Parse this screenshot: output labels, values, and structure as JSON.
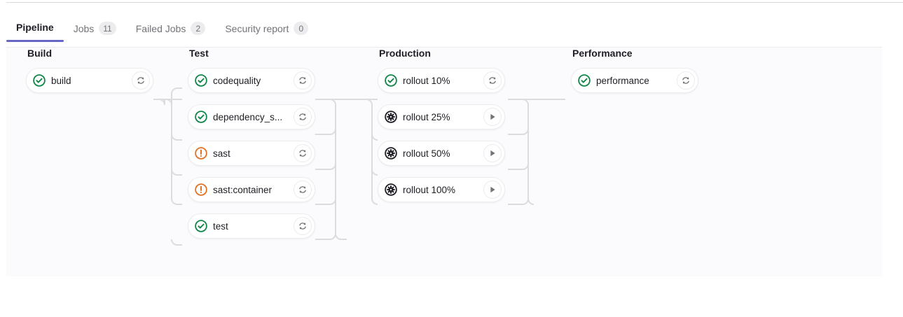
{
  "tabs": [
    {
      "label": "Pipeline",
      "badge": null,
      "active": true,
      "name": "tab-pipeline"
    },
    {
      "label": "Jobs",
      "badge": "11",
      "active": false,
      "name": "tab-jobs"
    },
    {
      "label": "Failed Jobs",
      "badge": "2",
      "active": false,
      "name": "tab-failed-jobs"
    },
    {
      "label": "Security report",
      "badge": "0",
      "active": false,
      "name": "tab-security-report"
    }
  ],
  "colors": {
    "active_tab_underline": "#6666c4",
    "success": "#108548",
    "warning": "#e17223",
    "manual": "#1f1e24",
    "canvas": "#fbfafd",
    "connector": "#dcdcde",
    "pill_border": "#ececef"
  },
  "pipeline": {
    "stages": [
      {
        "name": "Build",
        "jobs": [
          {
            "name": "build",
            "status": "success",
            "action": "retry"
          }
        ]
      },
      {
        "name": "Test",
        "jobs": [
          {
            "name": "codequality",
            "status": "success",
            "action": "retry"
          },
          {
            "name": "dependency_s...",
            "status": "success",
            "action": "retry"
          },
          {
            "name": "sast",
            "status": "warning",
            "action": "retry"
          },
          {
            "name": "sast:container",
            "status": "warning",
            "action": "retry"
          },
          {
            "name": "test",
            "status": "success",
            "action": "retry"
          }
        ]
      },
      {
        "name": "Production",
        "jobs": [
          {
            "name": "rollout 10%",
            "status": "success",
            "action": "retry"
          },
          {
            "name": "rollout 25%",
            "status": "manual",
            "action": "play"
          },
          {
            "name": "rollout 50%",
            "status": "manual",
            "action": "play"
          },
          {
            "name": "rollout 100%",
            "status": "manual",
            "action": "play"
          }
        ]
      },
      {
        "name": "Performance",
        "jobs": [
          {
            "name": "performance",
            "status": "success",
            "action": "retry"
          }
        ]
      }
    ]
  },
  "icons": {
    "success": "check-circle-icon",
    "warning": "warning-circle-icon",
    "manual": "gear-circle-icon",
    "retry": "retry-icon",
    "play": "play-icon"
  }
}
